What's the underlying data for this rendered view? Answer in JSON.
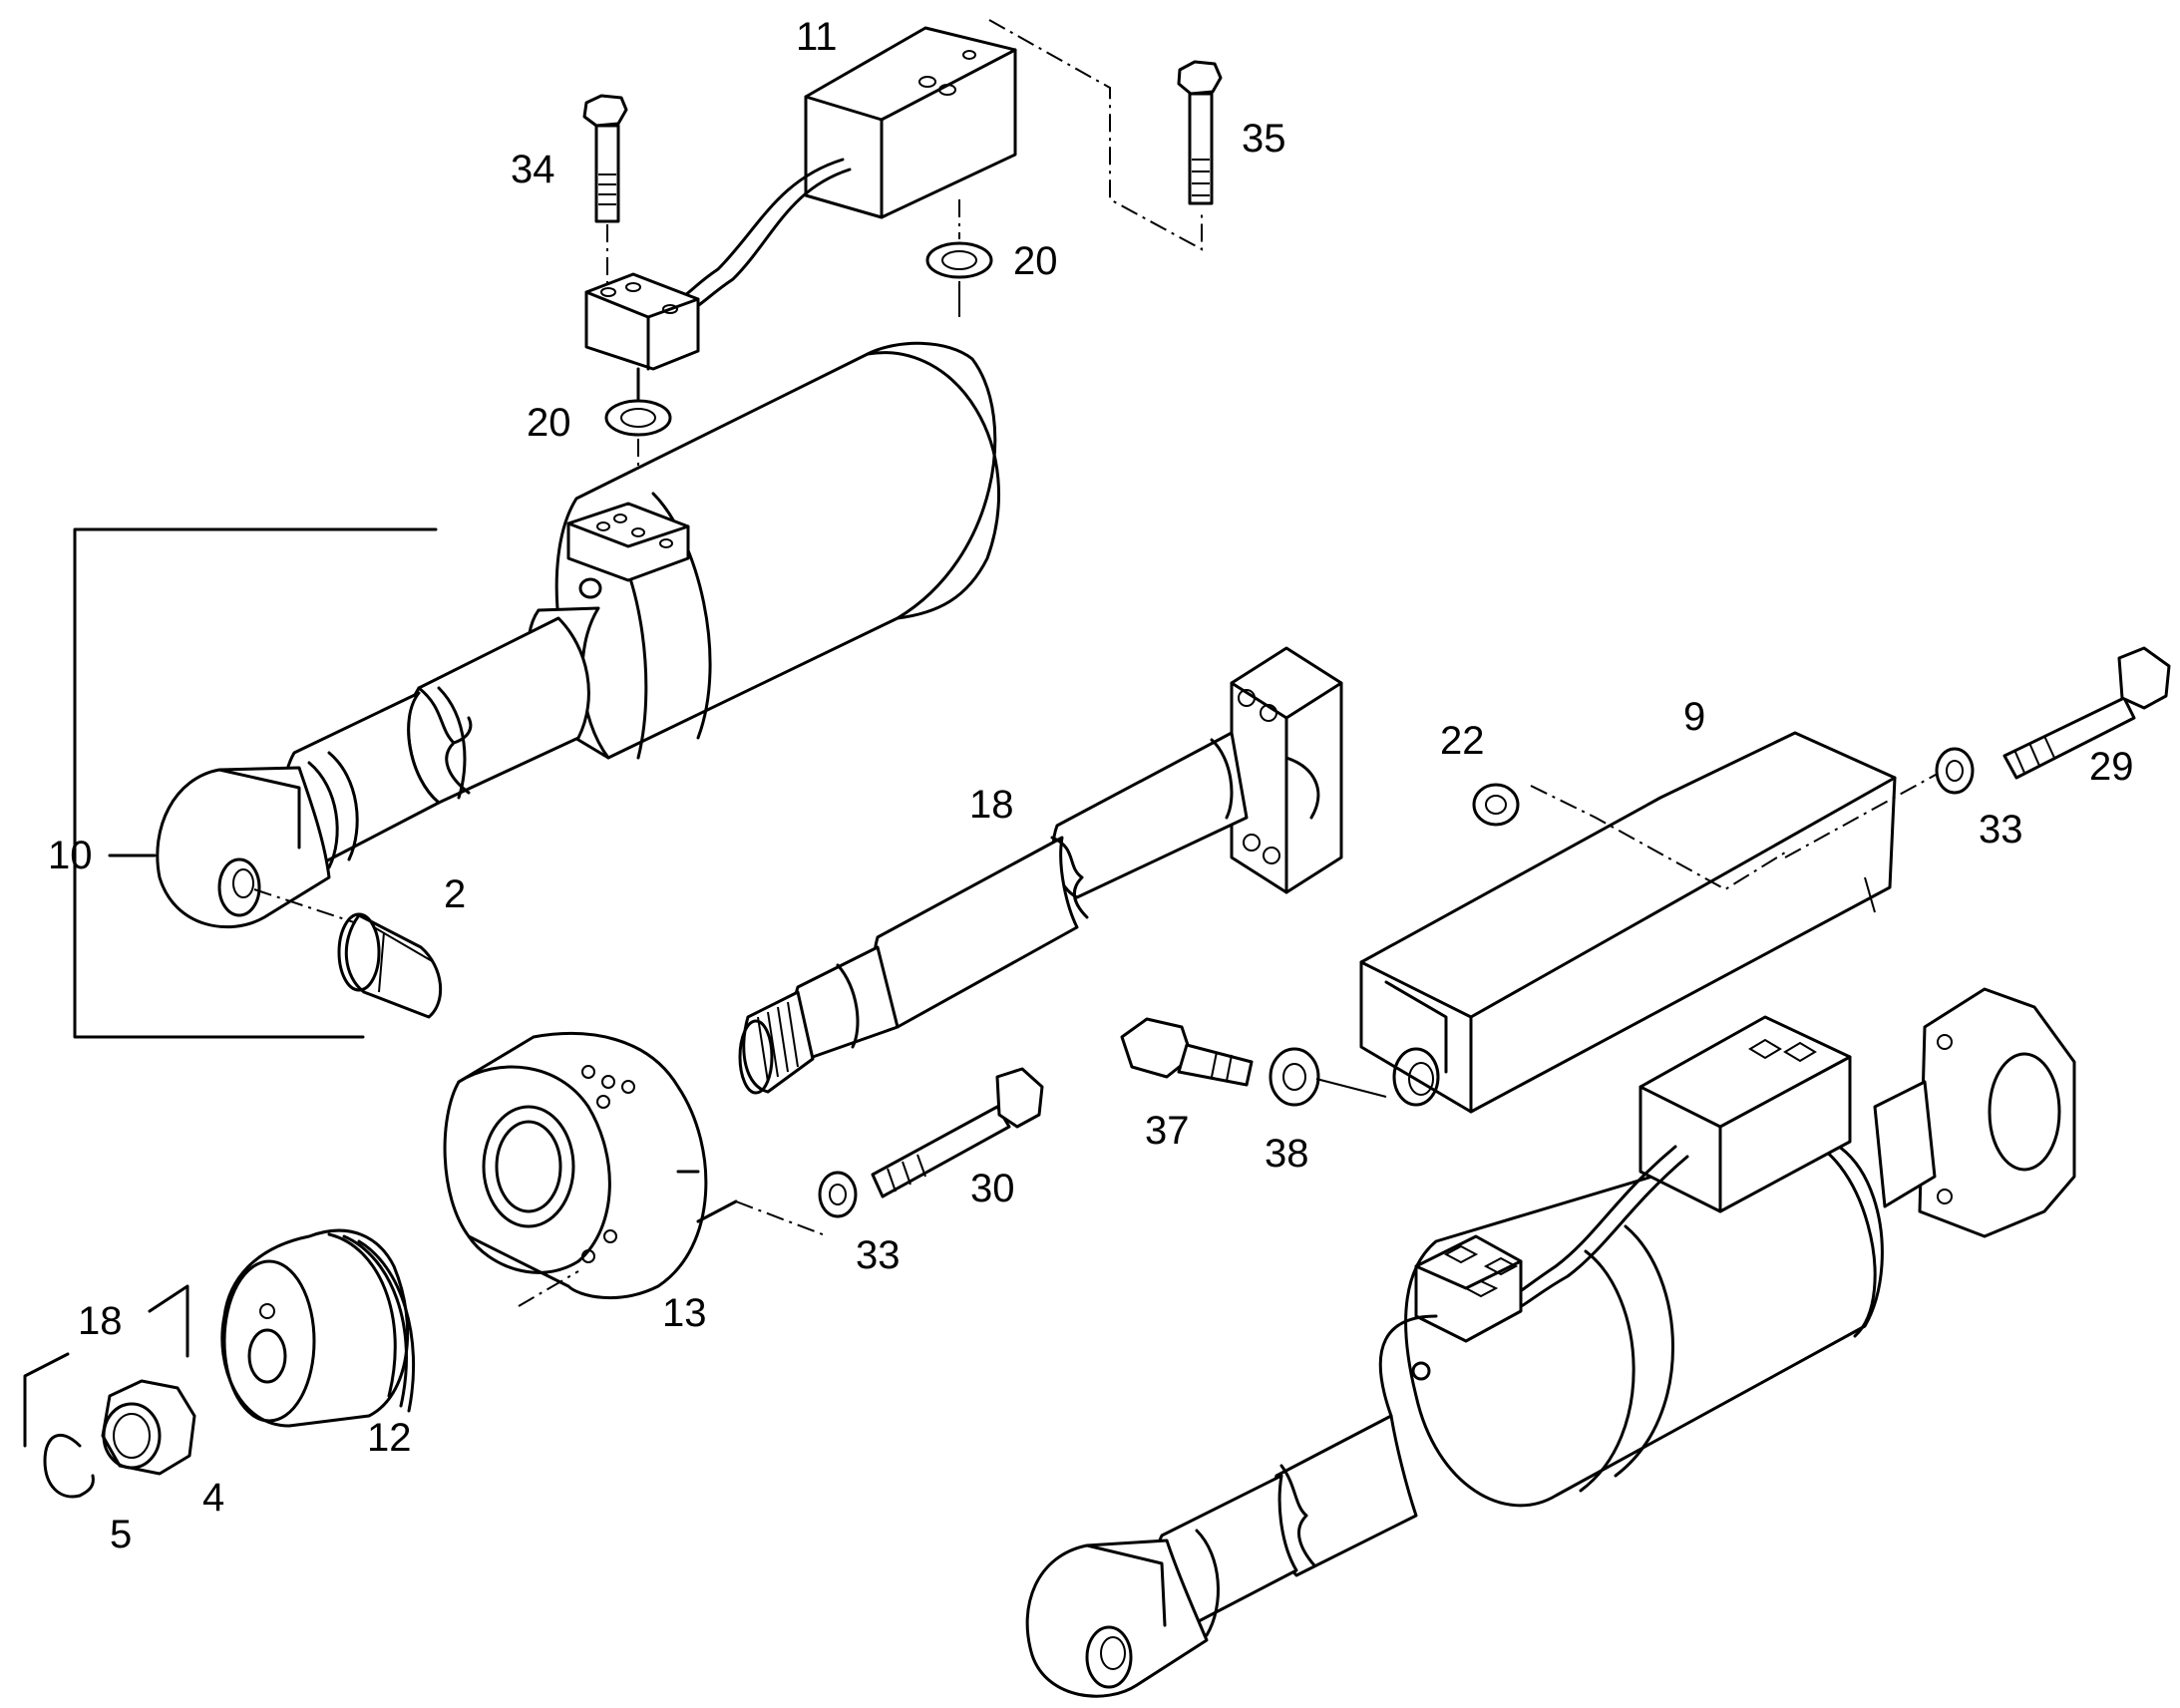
{
  "labels": {
    "p2": "2",
    "p4": "4",
    "p5": "5",
    "p9": "9",
    "p10": "10",
    "p11": "11",
    "p12": "12",
    "p13": "13",
    "p18_top": "18",
    "p18_bottom": "18",
    "p20_top": "20",
    "p20_mid": "20",
    "p22": "22",
    "p29": "29",
    "p30": "30",
    "p33_right": "33",
    "p33_mid": "33",
    "p34": "34",
    "p35": "35",
    "p37": "37",
    "p38": "38"
  },
  "colors": {
    "line": "#000000",
    "background": "#ffffff"
  }
}
